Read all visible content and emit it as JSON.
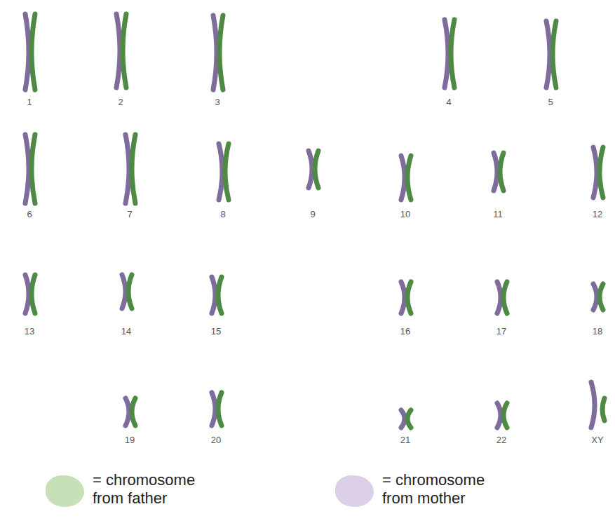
{
  "diagram": {
    "labels": [
      "1",
      "2",
      "3",
      "4",
      "5",
      "6",
      "7",
      "8",
      "9",
      "10",
      "11",
      "12",
      "13",
      "14",
      "15",
      "16",
      "17",
      "18",
      "19",
      "20",
      "21",
      "22",
      "XY"
    ],
    "legend": [
      {
        "text": "= chromosome from father",
        "color": "#c8e0b8"
      },
      {
        "text": "= chromosome from mother",
        "color": "#dcd0e8"
      }
    ]
  }
}
